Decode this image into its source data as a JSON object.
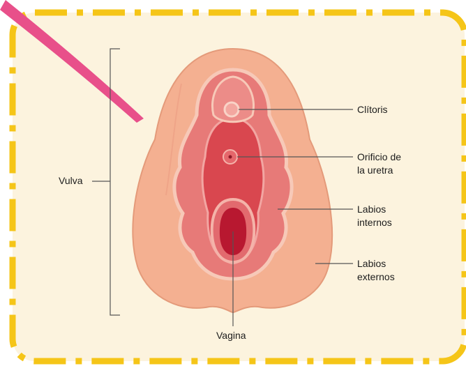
{
  "diagram": {
    "labels": {
      "vulva": "Vulva",
      "clitoris": "Clítoris",
      "urethra": "Orificio de\nla uretra",
      "inner_labia": "Labios\ninternos",
      "outer_labia": "Labios\nexternos",
      "vagina": "Vagina"
    }
  },
  "colors": {
    "frame_fill": "#FCF3DE",
    "frame_dash": "#F5C518",
    "pointer": "#E8508A",
    "outer_labia": "#F4B091",
    "inner_labia": "#E77A78",
    "inner_core": "#D9474F",
    "vaginal_opening": "#B81830",
    "leader_line": "#555555"
  }
}
